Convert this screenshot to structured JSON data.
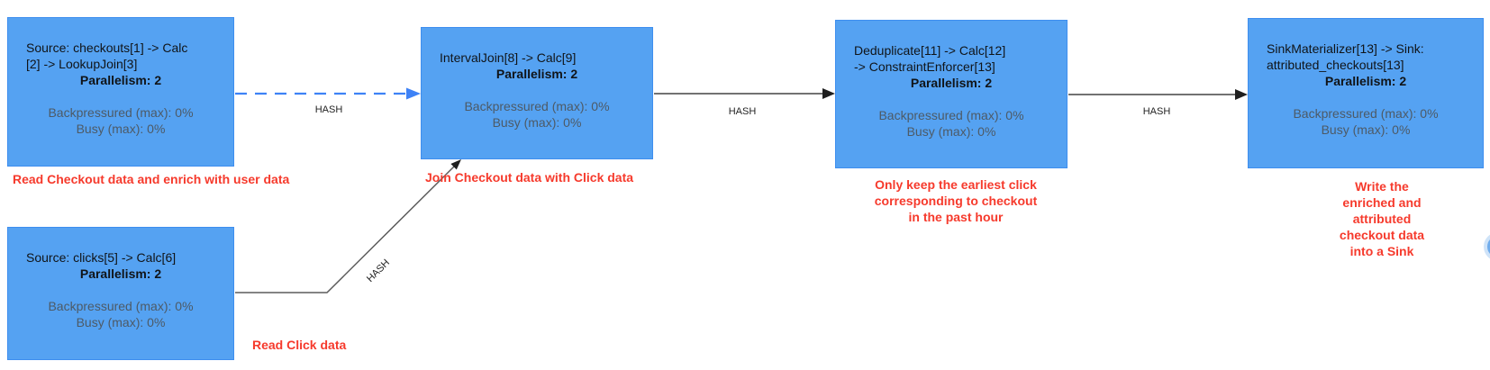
{
  "graph": {
    "nodes": [
      {
        "title_lines": [
          "Source: checkouts[1] -> Calc",
          "[2] -> LookupJoin[3]"
        ],
        "parallelism": "Parallelism: 2",
        "metrics": [
          "Backpressured (max): 0%",
          "Busy (max): 0%"
        ]
      },
      {
        "title_lines": [
          "Source: clicks[5] -> Calc[6]"
        ],
        "parallelism": "Parallelism: 2",
        "metrics": [
          "Backpressured (max): 0%",
          "Busy (max): 0%"
        ]
      },
      {
        "title_lines": [
          "IntervalJoin[8] -> Calc[9]"
        ],
        "parallelism": "Parallelism: 2",
        "metrics": [
          "Backpressured (max): 0%",
          "Busy (max): 0%"
        ]
      },
      {
        "title_lines": [
          "Deduplicate[11] -> Calc[12]",
          "-> ConstraintEnforcer[13]"
        ],
        "parallelism": "Parallelism: 2",
        "metrics": [
          "Backpressured (max): 0%",
          "Busy (max): 0%"
        ]
      },
      {
        "title_lines": [
          "SinkMaterializer[13] -> Sink:",
          "attributed_checkouts[13]"
        ],
        "parallelism": "Parallelism: 2",
        "metrics": [
          "Backpressured (max): 0%",
          "Busy (max): 0%"
        ]
      }
    ],
    "edges": [
      {
        "label": "HASH",
        "style": "dashed-blue",
        "from": "source-checkouts",
        "to": "intervaljoin"
      },
      {
        "label": "HASH",
        "style": "solid",
        "from": "source-clicks",
        "to": "intervaljoin"
      },
      {
        "label": "HASH",
        "style": "solid",
        "from": "intervaljoin",
        "to": "deduplicate"
      },
      {
        "label": "HASH",
        "style": "solid",
        "from": "deduplicate",
        "to": "sinkmaterializer"
      }
    ],
    "annotations": [
      {
        "text": "Read Checkout data and enrich with user data"
      },
      {
        "text": "Read Click data"
      },
      {
        "text": "Join Checkout data with Click data"
      },
      {
        "text": "Only keep the earliest click\ncorresponding to checkout\nin the past hour"
      },
      {
        "text": "Write the enriched and\nattributed checkout data\ninto a Sink"
      }
    ],
    "colors": {
      "node_fill": "#55a2f2",
      "node_border": "#3e8eef",
      "edge": "#4d4d4d",
      "edge_highlight": "#3e82f6",
      "annotation_red": "#f63a2c",
      "metric_gray": "#4d5a66",
      "title_black": "#101418"
    }
  }
}
